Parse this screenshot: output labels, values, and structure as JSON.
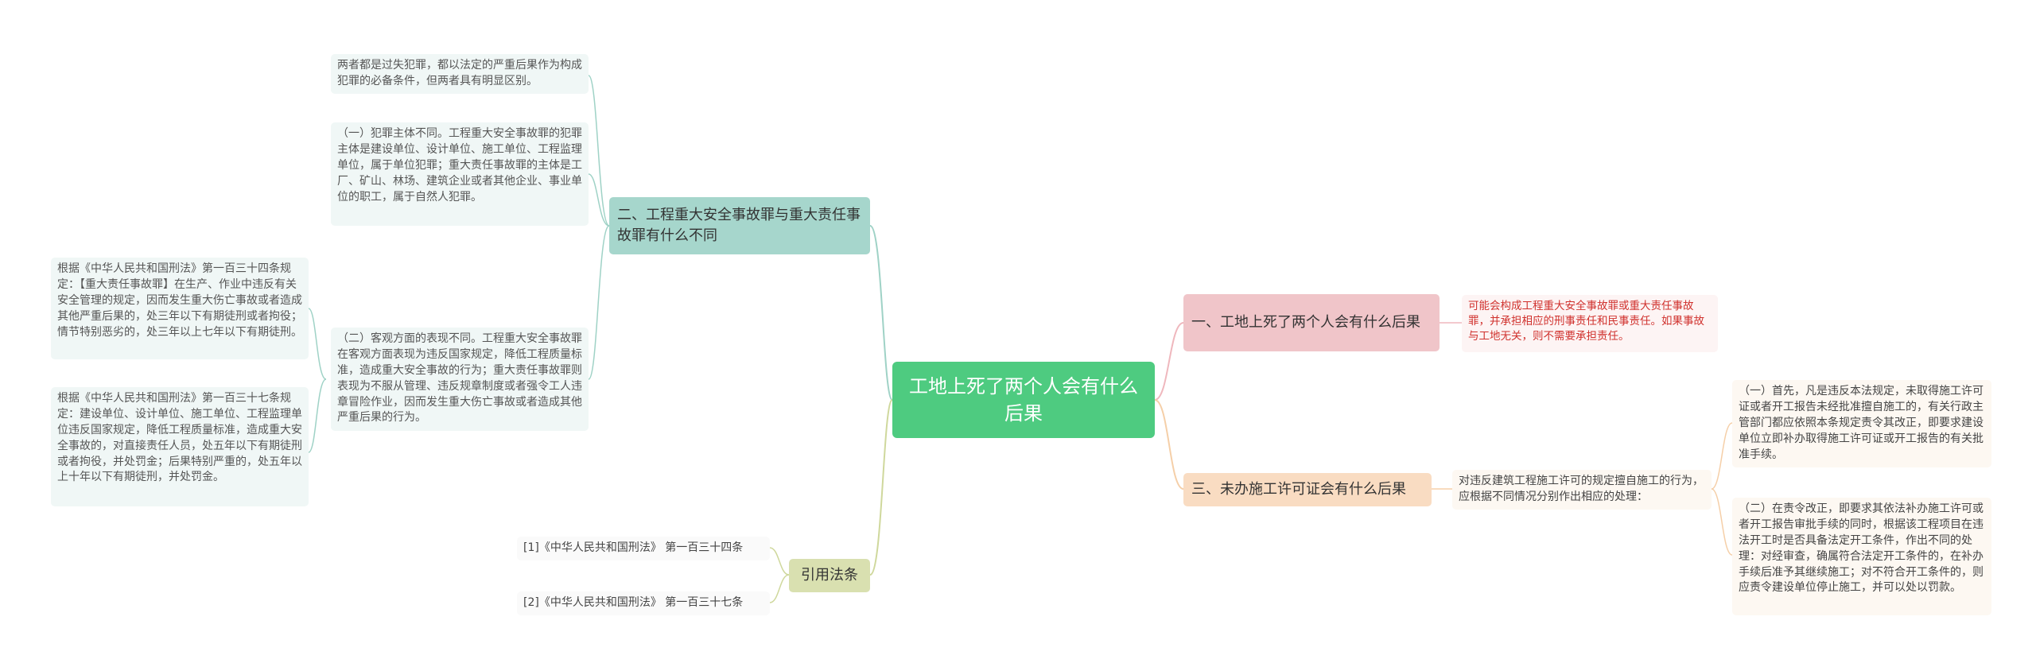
{
  "root": {
    "text": "工地上死了两个人会有什么后果"
  },
  "branches": {
    "b1": {
      "text": "一、工地上死了两个人会有什么后果",
      "color": "#f0c5c9"
    },
    "b2": {
      "text": "二、工程重大安全事故罪与重大责任事故罪有什么不同",
      "color": "#a6d6cc"
    },
    "b3": {
      "text": "三、未办施工许可证会有什么后果",
      "color": "#f9dcc2"
    },
    "b4": {
      "text": "引用法条",
      "color": "#d9e0b0"
    }
  },
  "leaves": {
    "b1_1": "可能会构成工程重大安全事故罪或重大责任事故罪，并承担相应的刑事责任和民事责任。如果事故与工地无关，则不需要承担责任。",
    "b2_1": "两者都是过失犯罪，都以法定的严重后果作为构成犯罪的必备条件，但两者具有明显区别。",
    "b2_2": "（一）犯罪主体不同。工程重大安全事故罪的犯罪主体是建设单位、设计单位、施工单位、工程监理单位，属于单位犯罪；重大责任事故罪的主体是工厂、矿山、林场、建筑企业或者其他企业、事业单位的职工，属于自然人犯罪。",
    "b2_3": "（二）客观方面的表现不同。工程重大安全事故罪在客观方面表现为违反国家规定，降低工程质量标准，造成重大安全事故的行为；重大责任事故罪则表现为不服从管理、违反规章制度或者强令工人违章冒险作业，因而发生重大伤亡事故或者造成其他严重后果的行为。",
    "b2_3_1": "根据《中华人民共和国刑法》第一百三十四条规定：【重大责任事故罪】在生产、作业中违反有关安全管理的规定，因而发生重大伤亡事故或者造成其他严重后果的，处三年以下有期徒刑或者拘役；情节特别恶劣的，处三年以上七年以下有期徒刑。",
    "b2_3_2": "根据《中华人民共和国刑法》第一百三十七条规定：建设单位、设计单位、施工单位、工程监理单位违反国家规定，降低工程质量标准，造成重大安全事故的，对直接责任人员，处五年以下有期徒刑或者拘役，并处罚金；后果特别严重的，处五年以上十年以下有期徒刑，并处罚金。",
    "b3_1": "对违反建筑工程施工许可的规定擅自施工的行为，应根据不同情况分别作出相应的处理：",
    "b3_1_1": "（一）首先，凡是违反本法规定，未取得施工许可证或者开工报告未经批准擅自施工的，有关行政主管部门都应依照本条规定责令其改正，即要求建设单位立即补办取得施工许可证或开工报告的有关批准手续。",
    "b3_1_2": "（二）在责令改正，即要求其依法补办施工许可或者开工报告审批手续的同时，根据该工程项目在违法开工时是否具备法定开工条件，作出不同的处理：对经审查，确属符合法定开工条件的，在补办手续后准予其继续施工；对不符合开工条件的，则应责令建设单位停止施工，并可以处以罚款。",
    "b4_1": "[1]《中华人民共和国刑法》 第一百三十四条",
    "b4_2": "[2]《中华人民共和国刑法》 第一百三十七条"
  },
  "colors": {
    "root": "#4ecb80",
    "line_teal": "#9fd2c6",
    "line_pink": "#efb7bd",
    "line_peach": "#f5cfa8",
    "line_olive": "#cfd89c"
  }
}
